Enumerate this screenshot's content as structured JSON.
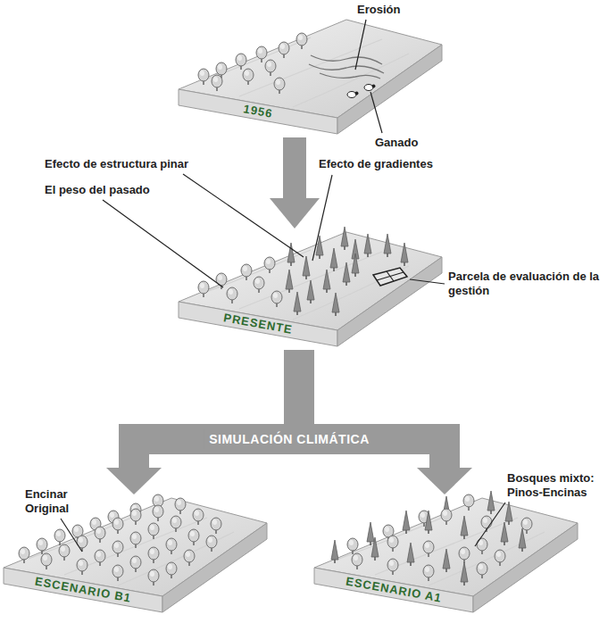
{
  "diagram": {
    "nodes": [
      {
        "text": [
          "1956"
        ]
      },
      {
        "text": [
          "PRESENTE"
        ]
      },
      {
        "text": [
          "ESCENARIO B1"
        ]
      },
      {
        "text": [
          "ESCENARIO A1"
        ]
      }
    ],
    "edges": [
      {
        "from": 0,
        "to": 1,
        "arrow": "to"
      },
      {
        "from": 1,
        "to": 2,
        "arrow": "to",
        "label": "SIMULACIÓN CLIMÁTICA"
      },
      {
        "from": 1,
        "to": 3,
        "arrow": "to"
      }
    ],
    "labels": [
      "Erosión",
      "Ganado",
      "Efecto de estructura pinar",
      "El peso del pasado",
      "Efecto de gradientes",
      "Parcela de evaluación de la gestión",
      "Encinar Original",
      "Bosques mixto: Pinos-Encinas"
    ]
  }
}
